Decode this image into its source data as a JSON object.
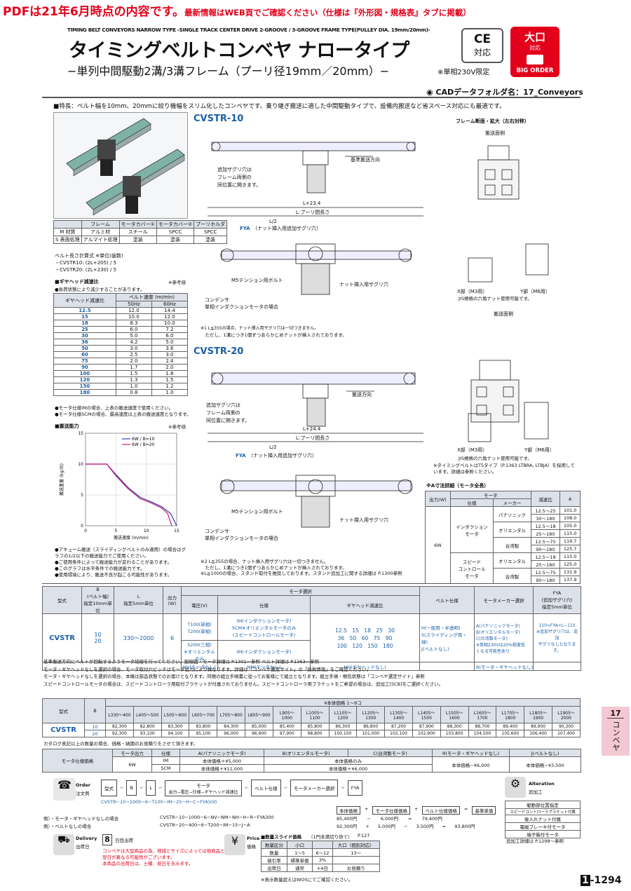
{
  "banner": {
    "lead": "PDFは21年6月時点の内容です。",
    "rest": "最新情報はWEB頁でご確認ください（仕様は『外形図・規格表』タブに掲載）"
  },
  "header": {
    "en_title": "TIMING BELT CONVEYORS NARROW TYPE -SINGLE TRACK CENTER DRIVE 2-GROOVE / 3-GROOVE FRAME TYPE(PULLEY DIA. 19mm/20mm)-",
    "title": "タイミングベルトコンベヤ ナロータイプ",
    "subtitle": "−単列中間駆動2溝/3溝フレーム（プーリ径19mm／20mm）−",
    "ce_line1": "CE",
    "ce_line2": "対応",
    "ce_note": "※単相230V限定",
    "big_order_main": "大口",
    "big_order_sub": "対応",
    "big_order_en": "BIG ORDER",
    "cad": "CADデータフォルダ名：17_Conveyors"
  },
  "features": "■特長：ベルト幅を10mm、20mmに絞り機幅をスリム化したコンベヤです。乗り継ぎ搬送に適した中間駆動タイプで、設備内搬送など省スペース対応にも最適です。",
  "material_table": {
    "headers": [
      "",
      "フレーム",
      "モータカバー①",
      "モータカバー②",
      "プーリホルダ"
    ],
    "rows": [
      [
        "M 材質",
        "アルミ材",
        "スチール",
        "SPCC",
        "SPCC"
      ],
      [
        "S 表面処理",
        "アルマイト処理",
        "塗装",
        "塗装",
        "塗装"
      ]
    ]
  },
  "belt_notes": [
    "ベルト長さ計算式 ※単位(歯数)",
    "・CVSTR10: (2L+205) / 5",
    "・CVSTR20: (2L+230) / 5"
  ],
  "speed_table": {
    "caption": "■ギヤヘッド減速比",
    "ref": "※参考値",
    "note": "●負荷状態により減少することがあります。",
    "col_ratio": "ギヤヘッド減速比",
    "col_speed": "ベルト速度 (m/min)",
    "col_50": "50Hz",
    "col_60": "60Hz",
    "rows": [
      [
        "12.5",
        "12.0",
        "14.4"
      ],
      [
        "15",
        "10.0",
        "12.0"
      ],
      [
        "18",
        "8.3",
        "10.0"
      ],
      [
        "25",
        "6.0",
        "7.2"
      ],
      [
        "30",
        "5.0",
        "6.0"
      ],
      [
        "36",
        "4.2",
        "5.0"
      ],
      [
        "50",
        "3.0",
        "3.6"
      ],
      [
        "60",
        "2.5",
        "3.0"
      ],
      [
        "75",
        "2.0",
        "2.4"
      ],
      [
        "90",
        "1.7",
        "2.0"
      ],
      [
        "100",
        "1.5",
        "1.8"
      ],
      [
        "120",
        "1.3",
        "1.5"
      ],
      [
        "150",
        "1.0",
        "1.2"
      ],
      [
        "180",
        "0.8",
        "1.0"
      ]
    ],
    "foot": [
      "●モータ仕様IMの場合、上表の搬送速度で使用ください。",
      "●モータ仕様SCMの場合、最高速度は上表の搬送速度となります。"
    ]
  },
  "chart_data": {
    "type": "line",
    "title": "■搬送能力",
    "ref": "※参考値",
    "xlabel": "搬送速度 (m/min)",
    "ylabel": "搬送重量 (kg/台)",
    "xlim": [
      0,
      15
    ],
    "ylim": [
      0,
      15
    ],
    "xticks": [
      "0",
      "5",
      "10",
      "15"
    ],
    "yticks": [
      "0",
      "5",
      "10",
      "15"
    ],
    "series": [
      {
        "name": "6W / B=10",
        "color": "#2a3fa0",
        "points": [
          [
            0,
            10
          ],
          [
            3.5,
            10
          ],
          [
            5,
            8.3
          ],
          [
            7,
            6.2
          ],
          [
            9,
            4.6
          ],
          [
            11,
            3.8
          ],
          [
            12.5,
            3.1
          ],
          [
            14,
            2.0
          ],
          [
            15,
            0
          ]
        ]
      },
      {
        "name": "6W / B=20",
        "color": "#d2197e",
        "points": [
          [
            0,
            10
          ],
          [
            3.5,
            10
          ],
          [
            5,
            8.1
          ],
          [
            7,
            6.0
          ],
          [
            9,
            4.4
          ],
          [
            11,
            3.6
          ],
          [
            12.5,
            2.9
          ],
          [
            13.5,
            2.0
          ],
          [
            14.2,
            0
          ]
        ]
      }
    ]
  },
  "chart_notes": [
    "●アキューム搬送（スライディングベルトのみ適用）の場合はグラフの1/2以下の搬送能力でご使用ください。",
    "●ご使用条件によって搬送能力が変わることがあります。",
    "●このグラフは水平条件での搬送能力です。",
    "●使用環境により、搬送不良が起こる可能性があります。"
  ],
  "cv10": {
    "name": "CVSTR-10",
    "dir": "基準搬送方向",
    "groove": [
      "追加ザグリ穴は",
      "フレーム両側の",
      "同位置に開きます。"
    ],
    "L": "L+23.4",
    "Lp": "L:プーリ間長さ",
    "L2": "L/2",
    "fya": "FYA",
    "fya_t": "（ナット挿入用追加ザグリ穴）",
    "motor": [
      "コンデンサ",
      "単相インダクションモータの場合"
    ],
    "tension": "M5テンション用ボルト",
    "nut": "ナット挿入用ザグリ穴",
    "note": [
      "※1 L≦355の場合、ナット挿入用ザグリ穴は一切つきません。",
      "　ただし、1溝につき1個ずつあらかじめナットが挿入されております。"
    ]
  },
  "cv20": {
    "name": "CVSTR-20",
    "dir": "搬送方向",
    "groove": [
      "追加ザグリ穴は",
      "フレーム両側の",
      "同位置に開きます。"
    ],
    "L": "L+24.4",
    "Lp": "L:プーリ間長さ",
    "L2": "L/2",
    "fya": "FYA",
    "fya_t": "（ナット挿入用追加ザグリ穴）",
    "motor": [
      "コンデンサ",
      "単相インダクションモータの場合"
    ],
    "tension": "M5テンション用ボルト",
    "nut": "ナット挿入用ザグリ穴",
    "note": [
      "※2 L≦355の場合、ナット挿入用ザグリ穴は一切つきません。",
      "　ただし、1溝につき1個ずつあらかじめナットが挿入されております。",
      "※L≧1000の場合、スタンド取付を推奨しております。スタンド追加工に関する詳細は P.1300参照"
    ]
  },
  "frame": {
    "title": "フレーム断面・拡大（左右対称）",
    "face1": "搬送面側",
    "face2": "搬送面側",
    "x1": "X部（M3用）",
    "y1": "Y部（M6用）",
    "x2": "X部（M3用）",
    "y2": "Y部（M6用）",
    "jis1": "JIS規格の六角ナット使用可能です。",
    "jis2": "JIS規格の六角ナット使用可能です。",
    "belt_note": "※タイミングベルトはT5タイプ（P.1363 LTBRA, LTBJA）を採用しています。詳細は参照ください。"
  },
  "a_table": {
    "title": "※A寸法詳細（モータ全長）",
    "h": [
      "出力(W)",
      "モータ",
      "減速比",
      "A"
    ],
    "sub": [
      "仕様",
      "メーカー"
    ],
    "out": "6W",
    "im": "インダクション\nモータ",
    "sp": "スピード\nコントロール\nモータ",
    "rows": [
      [
        "パナソニック",
        "12.5〜25",
        "101.0"
      ],
      [
        "",
        "30〜180",
        "108.0"
      ],
      [
        "オリエンタル",
        "12.5〜18",
        "105.0"
      ],
      [
        "",
        "25〜180",
        "115.0"
      ],
      [
        "台湾製",
        "12.5〜75",
        "119.7"
      ],
      [
        "",
        "90〜180",
        "125.7"
      ],
      [
        "オリエンタル",
        "12.5〜18",
        "115.0"
      ],
      [
        "",
        "25〜180",
        "125.0"
      ],
      [
        "台湾製",
        "12.5〜75",
        "131.9"
      ],
      [
        "",
        "90〜180",
        "137.9"
      ]
    ]
  },
  "sel": {
    "h_type": "型式",
    "h_b": "B\n(ベルト幅)\n指定10mm単位",
    "h_l": "L\n指定5mm単位",
    "h_w": "出力\n(W)",
    "h_motor": "モータ選択",
    "h_v": "電圧(V)",
    "h_spec": "仕様",
    "h_gear": "ギヤヘッド減速比",
    "h_belt": "ベルト仕様",
    "h_maker": "モータメーカー選択",
    "h_fya": "FYA\n(追加ザグリ穴)\n指定5mm単位",
    "type": "CVSTR",
    "b": "10\n20",
    "l": "330〜2000",
    "w": "6",
    "v1": "T100(単相)\nT200(単相)",
    "s1": "IM(インダクションモータ)\nSCM※オリエンタルモータのみ\n(スピードコントロールモータ)",
    "v2": "S200(三相)\n※オリエンタルのみ",
    "s2": "IM(インダクションモータ)",
    "gears": "12.5　15　18　25　30\n36　50　60　75　90\n100　120　150　180",
    "belt": "H(一般用・半透明)\nS(スライディング用・緑)\nJ(ベルトなし)",
    "maker": "A(パナソニックモータ)\nB(オリエンタルモータ)\nC(台湾製モータ)\n※単相230Vは20%程度低\nくなる可能性あり",
    "fya": "110<FYA<L−110\n※追加ザグリ穴は、追加\nザグリなしとなります。",
    "nv": "NV(モータなし)",
    "nm": "NM(モータなし)",
    "nh": "NH(ギヤヘッドなし)",
    "r": "R(モータ・ギヤヘッドなし)",
    "maker_note": "※メーカーごとに価格が異\nなります。"
  },
  "sel_notes": [
    "基準搬送方向にベルトが回転するようモータ結線を行ってください。配線図・モータ詳細は P.1301〜参照 ベルト詳細は P.1363〜参照",
    "モータ・ギヤヘッドなしを選択の場合、モータ取付穴ピッチはモータ出力により異なります。詳細は「コンベヤ選定サイト」の「技術情報」をご確認ください。",
    "モータ・ギヤヘッドなしを選択の場合、本機は部品状態でのお届けとなります。同梱の組立手順書に従ってお客様にて組立となります。組立手順・梱包状態は「コンベヤ選定サイト」参照",
    "スピードコントロールモータの場合は、スピードコントローラ用取付ブラケットが付属されておりません。スピードコントローラ用ブラケットをご希望の場合は、追加工[SCB]をご選択ください。"
  ],
  "price": {
    "h_type": "型式",
    "h_b": "B",
    "h_unit": "¥本体価格 1〜9コ",
    "cols": [
      "L330〜400",
      "L405〜500",
      "L505〜600",
      "L605〜700",
      "L705〜800",
      "L805〜900",
      "L905〜1000",
      "L1005〜1100",
      "L1105〜1200",
      "L1205〜1300",
      "L1305〜1400",
      "L1405〜1500",
      "L1505〜1600",
      "L1605〜1700",
      "L1705〜1800",
      "L1805〜1900",
      "L1905〜2000"
    ],
    "type": "CVSTR",
    "rows": [
      {
        "b": "10",
        "v": [
          "82,300",
          "82,800",
          "83,300",
          "83,800",
          "84,300",
          "85,000",
          "85,400",
          "85,800",
          "86,300",
          "86,800",
          "87,200",
          "87,900",
          "88,300",
          "88,700",
          "89,400",
          "89,900",
          "90,300"
        ]
      },
      {
        "b": "20",
        "v": [
          "92,300",
          "93,100",
          "94,100",
          "95,100",
          "96,000",
          "96,900",
          "97,900",
          "98,800",
          "100,100",
          "101,000",
          "102,100",
          "102,900",
          "103,800",
          "104,500",
          "105,600",
          "106,400",
          "107,400"
        ]
      }
    ]
  },
  "price_note": "カタログ表記以上の数量の場合、価格・納期のお見積りをさせて頂きます。",
  "motor_price": {
    "label": "モータ仕様価格",
    "h": [
      "モータ出力",
      "仕様",
      "A(パナソニックモータ)",
      "B(オリエンタルモータ)",
      "C(台湾製モータ)",
      "R(モータ・ギヤヘッドなし)",
      "J(ベルトなし)"
    ],
    "out": "6W",
    "rows": [
      [
        "IM",
        "本体価格＋¥5,000",
        "本体価格のみ"
      ],
      [
        "SCM",
        "本体価格＋¥11,000",
        "本体価格＋¥6,000"
      ]
    ],
    "r": "本体価格−¥6,000",
    "j": "本体価格−¥3,500"
  },
  "order": {
    "label": "Order",
    "jp": "注文例",
    "boxes": [
      "型式",
      "B",
      "L",
      "モータ",
      "ベルト仕様",
      "モータメーカー選択",
      "FYA"
    ],
    "motor_sub": [
      "出力",
      "電圧",
      "仕様",
      "ギヤヘッド減速比"
    ],
    "example": "CVSTR−10−1000−6−T100−IM−25−H−C−FYA500",
    "price_h": [
      "本体価格",
      "モータ仕様価格",
      "ベルト仕様価格",
      "基準単価"
    ],
    "ex1_label": "例）・モータ・ギヤヘッドなしの場合",
    "ex1_code": "CVSTR−10−1000−6−NV−NM−NH−H−R−FYA300",
    "ex1": [
      "85,400円",
      "−",
      "6,000円",
      "=",
      "79,400円"
    ],
    "ex2_label": "例）・ベルトなしの場合",
    "ex2_code": "CVSTR−20−400−6−T200−IM−15−J−A",
    "ex2": [
      "92,300円",
      "+",
      "5,000円",
      "−",
      "3,500円",
      "=",
      "93,800円"
    ],
    "calc1": [
      "85,400円",
      "−",
      "6,000円",
      "=",
      "79,400円"
    ],
    "calc2": [
      "92,300円",
      "+",
      "5,000円",
      "−",
      "3,500円",
      "=",
      "93,800円"
    ],
    "r1": "本体価格",
    "r2": "モータ仕様価格",
    "r3": "ベルト仕様価格",
    "r4": "基準単価"
  },
  "alteration": {
    "label": "Alteration",
    "jp": "追加工",
    "items": [
      "駆動部位置指定",
      "スピードコントローラブラケット付属",
      "後入れナット付属",
      "電磁ブレーキ付モータ",
      "端子箱付モータ"
    ],
    "note": "追加工詳細は P.1298〜参照"
  },
  "delivery": {
    "label": "Delivery",
    "jp": "出荷日",
    "days": "8",
    "unit": "日目出荷",
    "notes": [
      "コンベヤは大型商品の為、地域とサイズによっては他商品と翌日が異なる可能性がございます。",
      "本商品の出荷日は、土曜、祝日を含みます。"
    ]
  },
  "slide": {
    "price_label": "Price",
    "price_jp": "価格",
    "title": "■数量スライド価格",
    "sub": "（1円未満切り捨て）",
    "page": "P.127",
    "h": [
      "数量区分",
      "小口",
      "大口"
    ],
    "sub_h": "（個別対応）",
    "rows": [
      [
        "数量",
        "1〜5",
        "6〜12",
        "13〜"
      ],
      [
        "値引率",
        "標準単価",
        "3%",
        ""
      ],
      [
        "出荷日",
        "通常",
        "+4日",
        "お見積り"
      ]
    ],
    "foot": "※表示数量超えはWOSにてご確認ください。"
  },
  "side": {
    "num": "17",
    "label": "コンベヤ"
  },
  "page_no": "1-1294"
}
